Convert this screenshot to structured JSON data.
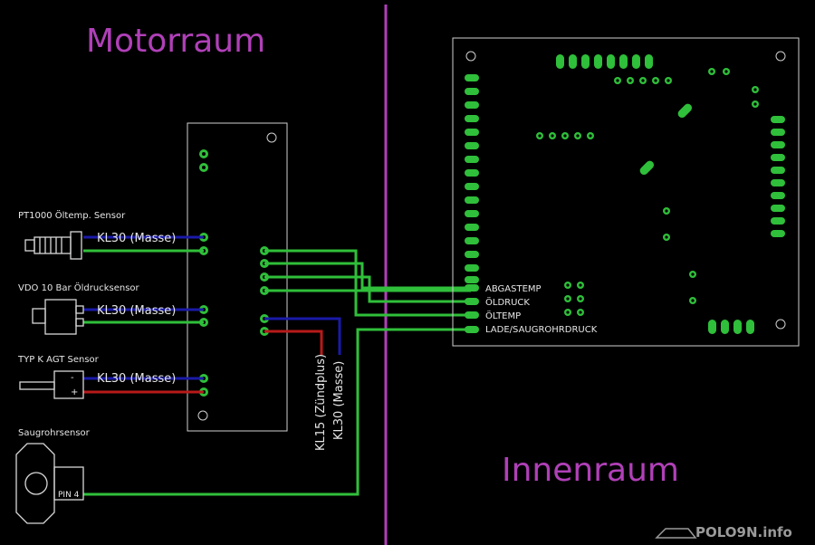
{
  "zones": {
    "left": "Motorraum",
    "right": "Innenraum"
  },
  "sensors": [
    {
      "title": "PT1000 Öltemp. Sensor",
      "wire_label": "KL30 (Masse)"
    },
    {
      "title": "VDO 10 Bar Öldrucksensor",
      "wire_label": "KL30 (Masse)"
    },
    {
      "title": "TYP K AGT Sensor",
      "wire_label": "KL30 (Masse)",
      "minus": "-",
      "plus": "+"
    },
    {
      "title": "Saugrohrsensor",
      "pin": "PIN 4"
    }
  ],
  "power_labels": {
    "kl15": "KL15 (Zündplus)",
    "kl30": "KL30 (Masse)"
  },
  "inputs": [
    "ABGASTEMP",
    "ÖLDRUCK",
    "ÖLTEMP",
    "LADE/SAUGROHRDRUCK"
  ],
  "watermark": {
    "text": "POLO9N.info"
  },
  "colors": {
    "wire_green": "#2fbf3a",
    "wire_blue": "#1a1aa8",
    "wire_red": "#b81a1a",
    "divider": "#b040b8"
  }
}
